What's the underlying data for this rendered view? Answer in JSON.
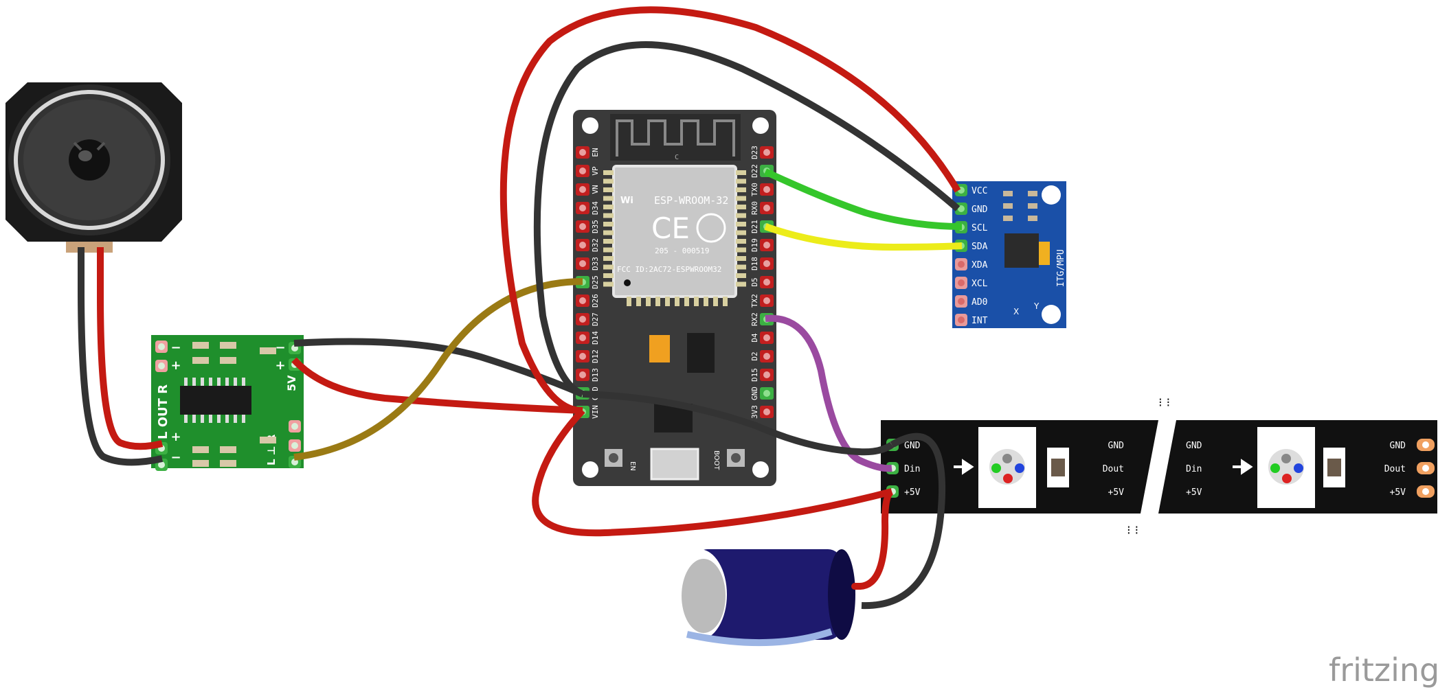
{
  "esp32": {
    "module_name": "ESP-WROOM-32",
    "fcc_id": "FCC ID:2AC72-ESPWROOM32",
    "cert": "205 - 000519",
    "antenna_label": "C",
    "en_label": "EN",
    "boot_label": "BOOT",
    "left_pins": [
      "EN",
      "VP",
      "VN",
      "D34",
      "D35",
      "D32",
      "D33",
      "D25",
      "D26",
      "D27",
      "D14",
      "D12",
      "D13",
      "GND",
      "VIN"
    ],
    "right_pins": [
      "D23",
      "D22",
      "TX0",
      "RX0",
      "D21",
      "D19",
      "D18",
      "D5",
      "TX2",
      "RX2",
      "D4",
      "D2",
      "D15",
      "GND",
      "3V3"
    ]
  },
  "mpu": {
    "pins": [
      "VCC",
      "GND",
      "SCL",
      "SDA",
      "XDA",
      "XCL",
      "AD0",
      "INT"
    ],
    "board_label": "ITG/MPU",
    "axis_x": "X",
    "axis_y": "Y"
  },
  "amp": {
    "left_side_label": "L OUT R",
    "right_side_label": "5V",
    "in_label": "L ⊥ R",
    "plus": "+",
    "minus": "−"
  },
  "strip": {
    "seg1_left": [
      "GND",
      "Din",
      "+5V"
    ],
    "seg1_right": [
      "GND",
      "Dout",
      "+5V"
    ],
    "seg2_left": [
      "GND",
      "Din",
      "+5V"
    ],
    "seg2_right": [
      "GND",
      "Dout",
      "+5V"
    ]
  },
  "watermark": "fritzing",
  "colors": {
    "wire_red": "#c41a12",
    "wire_black": "#333333",
    "wire_green": "#35c62b",
    "wire_yellow": "#ecec1a",
    "wire_brown": "#9a7a14",
    "wire_purple": "#9a4aa0",
    "esp_board": "#3a3a3a",
    "mpu_board": "#1a50a8",
    "amp_board": "#1f8f2c",
    "strip": "#111111"
  }
}
